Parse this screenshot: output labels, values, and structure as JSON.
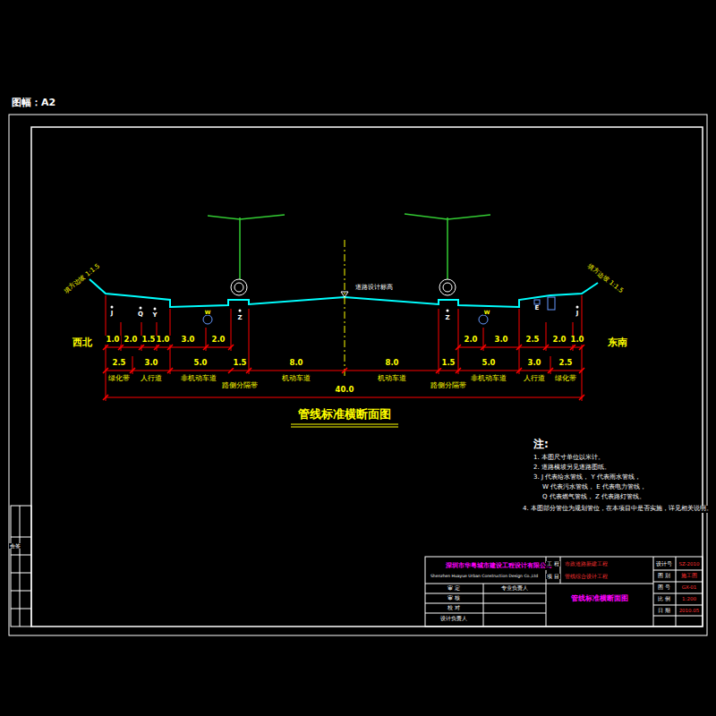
{
  "diagram": {
    "title": "管线标准横断面图",
    "labels": [
      "图幅：A2",
      "西北",
      "东南",
      "填方边坡 1:1.5",
      "填方边坡 1:1.5",
      "道路设计标高",
      "1.0",
      "2.0",
      "1.5",
      "1.0",
      "3.0",
      "2.0",
      "2.0",
      "3.0",
      "2.5",
      "2.0",
      "1.0",
      "2.5",
      "3.0",
      "5.0",
      "1.5",
      "8.0",
      "8.0",
      "1.5",
      "5.0",
      "3.0",
      "2.5",
      "40.0",
      "绿化带",
      "人行道",
      "非机动车道",
      "路侧分隔带",
      "机动车道",
      "机动车道",
      "路侧分隔带",
      "非机动车道",
      "人行道",
      "绿化带",
      "J",
      "Q",
      "Y",
      "W",
      "Z",
      "Z",
      "W",
      "E",
      "J",
      "注:",
      "1. 本图尺寸单位以米计。",
      "2. 道路横坡另见道路图纸。",
      "3. J 代表给水管线，   Y 代表雨水管线，",
      "W 代表污水管线，   E 代表电力管线，",
      "Q 代表燃气管线，   Z 代表路灯管线。",
      "4. 本图部分管位为规划管位，在本项目中是否实施，详见相关说明。",
      "深圳市华粤城市建设工程设计有限公司",
      "Shenzhen Huayue Urban Construction Design Co.,Ltd",
      "工 程",
      "项 目",
      "市政道路新建工程",
      "管线综合设计工程",
      "管线标准横断面图",
      "设计号",
      "图 别",
      "图 号",
      "比 例",
      "日 期",
      "SZ-2010",
      "施工图",
      "GX-01",
      "1:200",
      "2010.05",
      "审 定",
      "审 核",
      "校 对",
      "设计负责人",
      "专业负责人",
      "会签"
    ]
  }
}
